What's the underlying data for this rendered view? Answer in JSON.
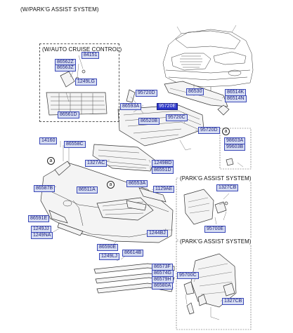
{
  "headings": {
    "main": "(W/PARK'G ASSIST SYSTEM)",
    "cruise_box": "(W/AUTO CRUISE CONTROL)",
    "park_assist_1": "(PARK'G ASSIST SYSTEM)",
    "park_assist_2": "(PARK'G ASSIST SYSTEM)"
  },
  "callouts": {
    "a_main": "a",
    "a_inset": "a",
    "a_lower": "a"
  },
  "labels": {
    "p84151": "84151",
    "p86562z": "86562Z",
    "p86563z": "86563Z",
    "p1249lg": "1249LG",
    "p86561d": "86561D",
    "p86530": "86530",
    "p86514k": "86514K",
    "p86514n": "86514N",
    "p95720d_1": "95720D",
    "p86593a": "86593A",
    "p95720e": "95720E",
    "p86520b": "86520B",
    "p95720c": "95720C",
    "p95720d_2": "95720D",
    "p14160": "14160",
    "p86558c": "86558C",
    "p1327ac": "1327AC",
    "p1249bd": "1249BD",
    "p86551d": "86551D",
    "p86587b": "86587B",
    "p86511a": "86511A",
    "p86553a": "86553A",
    "p1129ae": "1129AE",
    "p86591e": "86591E",
    "p1249jj": "1249JJ",
    "p1249na": "1249NA",
    "p1244bj": "1244BJ",
    "p86590e": "86590E",
    "p1249lj": "1249LJ",
    "p86614b": "86614B",
    "p86573f": "86573F",
    "p86574g": "86574G",
    "p86579h": "86579H",
    "p86580a": "86580A",
    "p98603a": "98603A",
    "p99603b": "99603B",
    "p1327cb_1": "1327CB",
    "p95700e_1": "95700E",
    "p95700c": "95700C",
    "p1327cb_2": "1327CB"
  }
}
